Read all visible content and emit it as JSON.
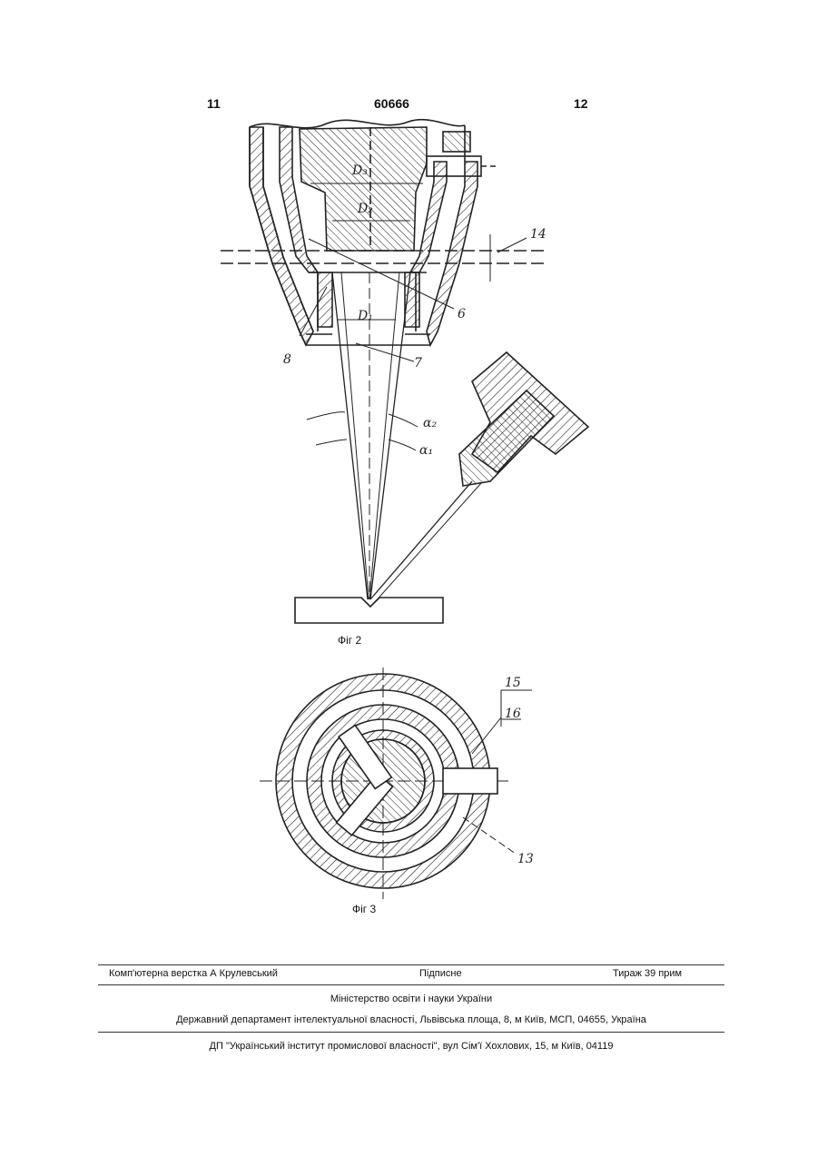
{
  "header": {
    "page_left": "11",
    "patent_number": "60666",
    "page_right": "12"
  },
  "figures": {
    "fig2": {
      "caption": "Фіг 2",
      "labels": {
        "d3": "D₃",
        "d2": "D₂",
        "d1": "D₁",
        "alpha2": "α₂",
        "alpha1": "α₁",
        "n14": "14",
        "n6": "6",
        "n7": "7",
        "n8": "8"
      }
    },
    "fig3": {
      "caption": "Фіг 3",
      "labels": {
        "n15": "15",
        "n16": "16",
        "n13": "13"
      }
    }
  },
  "footer": {
    "layout": "Комп'ютерна верстка А  Крулевський",
    "signed": "Підписне",
    "circulation": "Тираж 39 прим",
    "ministry": "Міністерство освіти і науки України",
    "department": "Державний департамент інтелектуальної власності, Львівська площа, 8, м  Київ, МСП, 04655, Україна",
    "publisher": "ДП \"Український інститут промислової власності\", вул  Сім'ї Хохлових, 15, м  Київ, 04119"
  }
}
